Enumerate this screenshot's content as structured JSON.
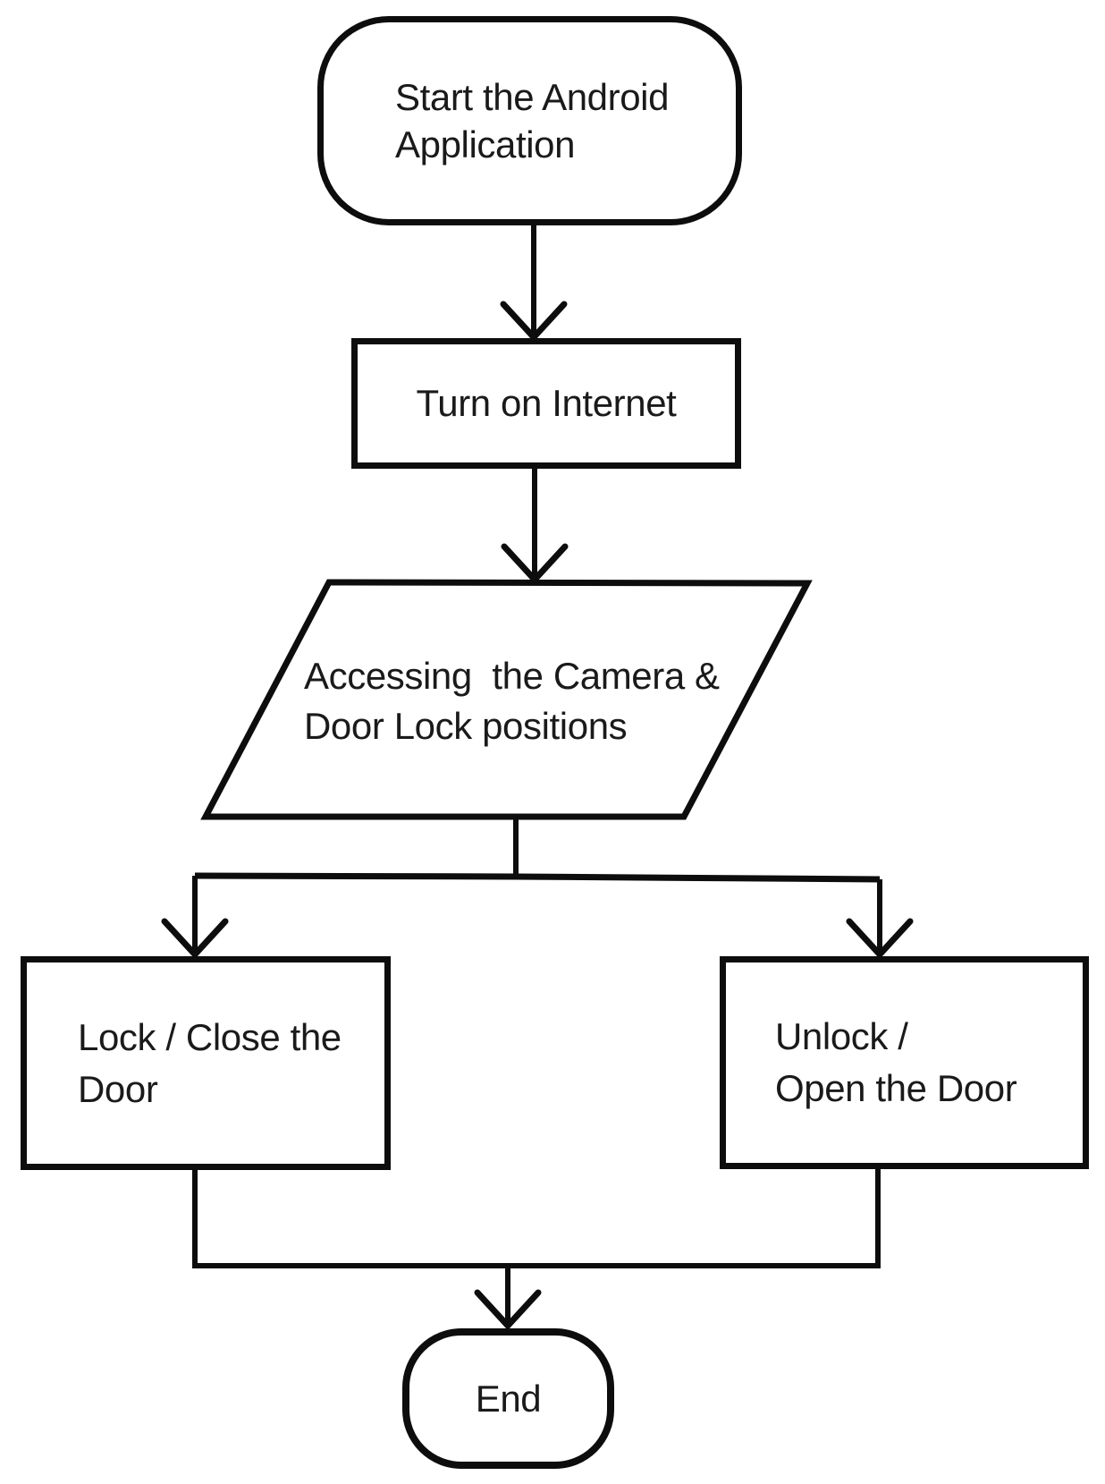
{
  "colors": {
    "background": "#ffffff",
    "line": "#0d0d0d",
    "text": "#1a1a1a"
  },
  "nodes": {
    "start": {
      "type": "terminator",
      "lines": [
        "Start the Android",
        "Application"
      ]
    },
    "internet": {
      "type": "process",
      "label": "Turn on Internet"
    },
    "access": {
      "type": "input-output",
      "lines": [
        "Accessing  the Camera &",
        "Door Lock positions"
      ]
    },
    "lock": {
      "type": "process",
      "lines": [
        "Lock / Close the",
        "Door"
      ]
    },
    "unlock": {
      "type": "process",
      "lines": [
        "Unlock /",
        "Open the Door"
      ]
    },
    "end": {
      "type": "terminator",
      "label": "End"
    }
  },
  "edges": [
    {
      "from": "start",
      "to": "internet"
    },
    {
      "from": "internet",
      "to": "access"
    },
    {
      "from": "access",
      "to": "lock"
    },
    {
      "from": "access",
      "to": "unlock"
    },
    {
      "from": "lock",
      "to": "end"
    },
    {
      "from": "unlock",
      "to": "end"
    }
  ]
}
